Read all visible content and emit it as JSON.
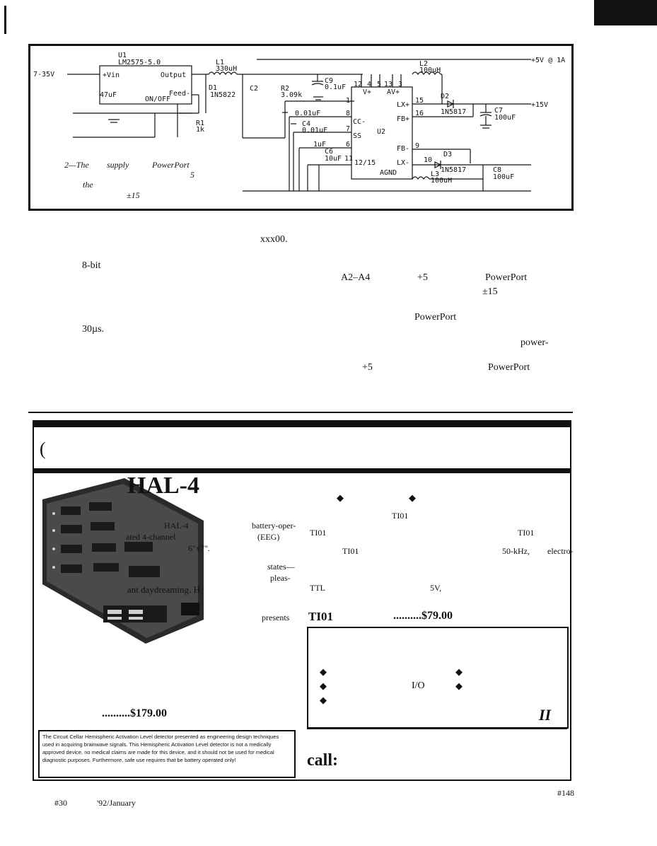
{
  "schematic": {
    "u1_ref": "U1",
    "u1_part": "LM2575-5.0",
    "l1_ref": "L1",
    "l1_value": "330uH",
    "out_5v": "+5V @ 1A",
    "vin_range": "7-35V",
    "vin_pin": "+Vin",
    "output_pin": "Output",
    "cap_47": "47uF",
    "feed_pin": "Feed-",
    "onoff_pin": "ON/OFF",
    "d1_ref": "D1",
    "d1_part": "1N5822",
    "c2_ref": "C2",
    "r2_ref": "R2",
    "r2_value": "3.09k",
    "c9_ref": "C9",
    "c9_value": "0.1uF",
    "l2_ref": "L2",
    "l2_value": "100uH",
    "pin12": "12",
    "pin4": "4",
    "pin5": "5",
    "pin13": "13",
    "pin3": "3",
    "vplus": "V+",
    "avplus": "AV+",
    "lxplus": "LX+",
    "pin15": "15",
    "d2_ref": "D2",
    "out_15v": "+15V",
    "pin16": "16",
    "d2_part": "1N5817",
    "fbplus": "FB+",
    "c7_ref": "C7",
    "c7_value": "100uF",
    "c3_value": "0.01uF",
    "pin8": "8",
    "pin1": "1",
    "ccminus": "CC-",
    "c4_ref": "C4",
    "c4_value": "0.01uF",
    "pin7": "7",
    "ss": "SS",
    "u2_ref": "U2",
    "r1_ref": "R1",
    "r1_value": "1k",
    "c5_value": "1uF",
    "pin6": "6",
    "fbminus": "FB-",
    "pin9": "9",
    "c6_ref": "C6",
    "c6_value": "10uF",
    "pin11": "11",
    "pin12_15": "12/15",
    "lxminus": "LX-",
    "pin10": "10",
    "d3_ref": "D3",
    "d3_part": "1N5817",
    "c8_ref": "C8",
    "c8_value": "100uF",
    "agnd": "AGND",
    "l3_ref": "L3",
    "l3_value": "100uH",
    "cap_frag1": "2—The",
    "cap_frag2": "supply",
    "cap_frag3": "PowerPort",
    "cap_frag4": "5",
    "cap_frag5": "the",
    "cap_frag6": "±15"
  },
  "body": {
    "frag1": "xxx00.",
    "frag2": "8-bit",
    "frag3": "A2–A4",
    "frag4": "+5",
    "frag5": "PowerPort",
    "frag6": "±15",
    "frag7": "PowerPort",
    "frag8": "30µs.",
    "frag9": "power-",
    "frag10": "+5",
    "frag11": "PowerPort"
  },
  "ad": {
    "mark": "(",
    "hal_title": "HAL-4",
    "hal_l1a": "HAL-4",
    "hal_l1b": "battery-oper-",
    "hal_l2a": "ated 4-channel",
    "hal_l2b": "(EEG)",
    "hal_l3": "6\"x7\".",
    "hal_l4": "states—",
    "hal_l5": "pleas-",
    "hal_l6": "ant daydreaming. H",
    "hal_l7": "presents",
    "hal_price": "..........$179.00",
    "ti_l1": "TI01",
    "ti_l2a": "TI01",
    "ti_l2b": "TI01",
    "ti_l3a": "TI01",
    "ti_l3b": "50-kHz,",
    "ti_l3c": "electro-",
    "ti_l4a": "TTL",
    "ti_l4b": "5V,",
    "ti_price_label": "TI01",
    "ti_price": "..........$79.00",
    "diamond": "◆",
    "io_label": "I/O",
    "roman": "II",
    "call": "call:",
    "disclaimer": "The Circuit Cellar Hemispheric Activation Level detector presented as engineering design techniques used in acquiring brainwave signals. This Hemispheric Activation Level detector is not a medically approved device, no medical claims are made for this device, and it should not be used for medical diagnostic purposes. Furthermore, safe use requires that be battery operated only!"
  },
  "footer": {
    "left_a": "#30",
    "left_b": "'92/January",
    "right": "#148"
  },
  "colors": {
    "ink": "#111111",
    "paper": "#ffffff"
  }
}
